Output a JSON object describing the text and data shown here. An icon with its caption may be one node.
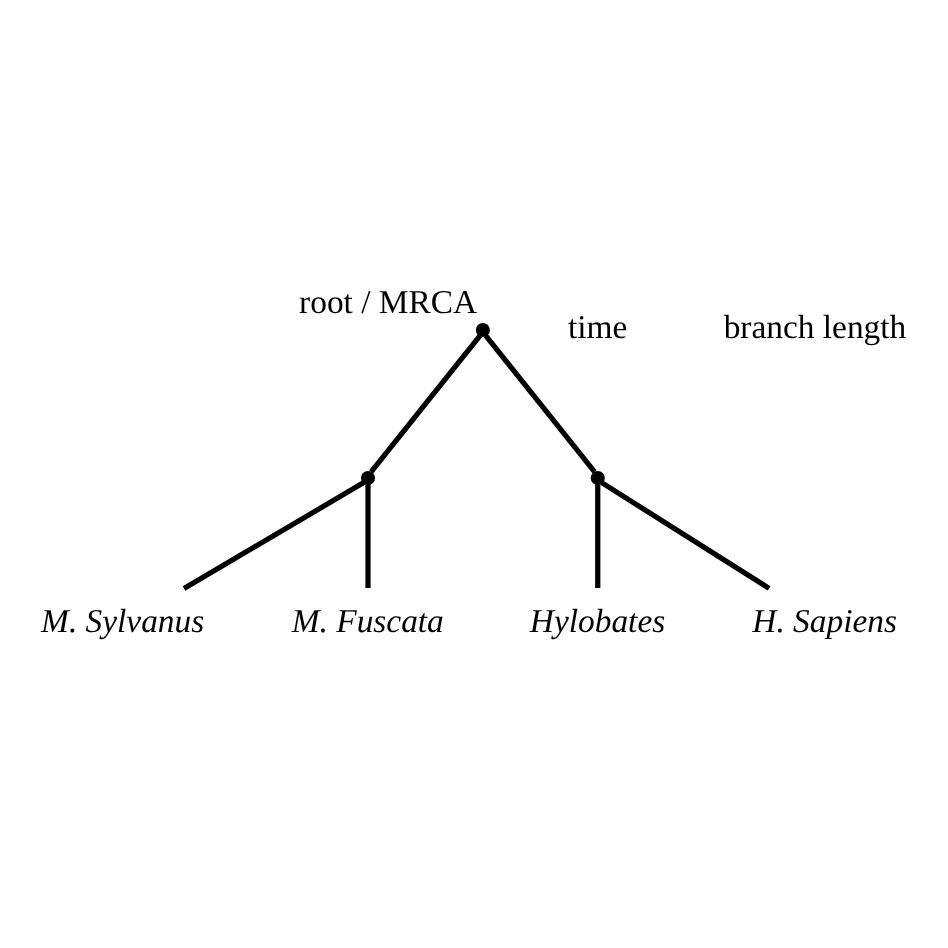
{
  "diagram": {
    "nodes": [
      {
        "text": [],
        "shape": "point",
        "beside": [
          "root / MRCA"
        ]
      },
      {
        "text": [],
        "shape": "point"
      },
      {
        "text": [],
        "shape": "point"
      },
      {
        "text": [
          "M. Sylvanus"
        ]
      },
      {
        "text": [
          "M. Fuscata"
        ]
      },
      {
        "text": [
          "Hylobates"
        ]
      },
      {
        "text": [
          "H. Sapiens"
        ]
      }
    ],
    "edges": [
      {
        "from": 0,
        "to": 1,
        "arrow": "none"
      },
      {
        "from": 0,
        "to": 2,
        "arrow": "none"
      },
      {
        "from": 1,
        "to": 3,
        "arrow": "none"
      },
      {
        "from": 1,
        "to": 4,
        "arrow": "none"
      },
      {
        "from": 2,
        "to": 5,
        "arrow": "none"
      },
      {
        "from": 2,
        "to": 6,
        "arrow": "none"
      }
    ],
    "labels": [
      "time",
      "branch length"
    ]
  }
}
